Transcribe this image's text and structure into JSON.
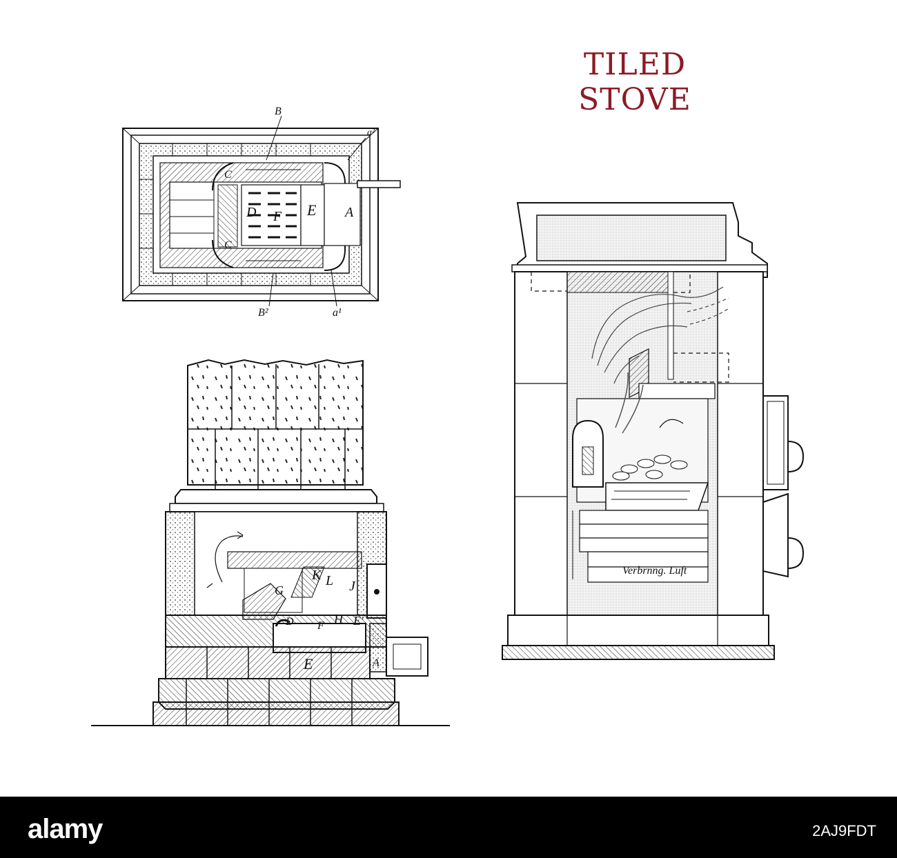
{
  "title": "TILED STOVE",
  "colors": {
    "title": "#8b1b24",
    "ink": "#111111",
    "stipple": "#cfcfcf",
    "bar": "#000000",
    "bar_text": "#ffffff"
  },
  "plan": {
    "labels": [
      "B",
      "a²",
      "C",
      "D",
      "F",
      "E",
      "A",
      "C",
      "B²",
      "a¹"
    ]
  },
  "section": {
    "labels": [
      "K",
      "L",
      "J",
      "G",
      "D",
      "F",
      "H",
      "E'",
      "E",
      "A"
    ]
  },
  "cutaway": {
    "air_label": "Verbrnng. Luft"
  },
  "footer": {
    "brand": "alamy",
    "image_id": "2AJ9FDT"
  }
}
